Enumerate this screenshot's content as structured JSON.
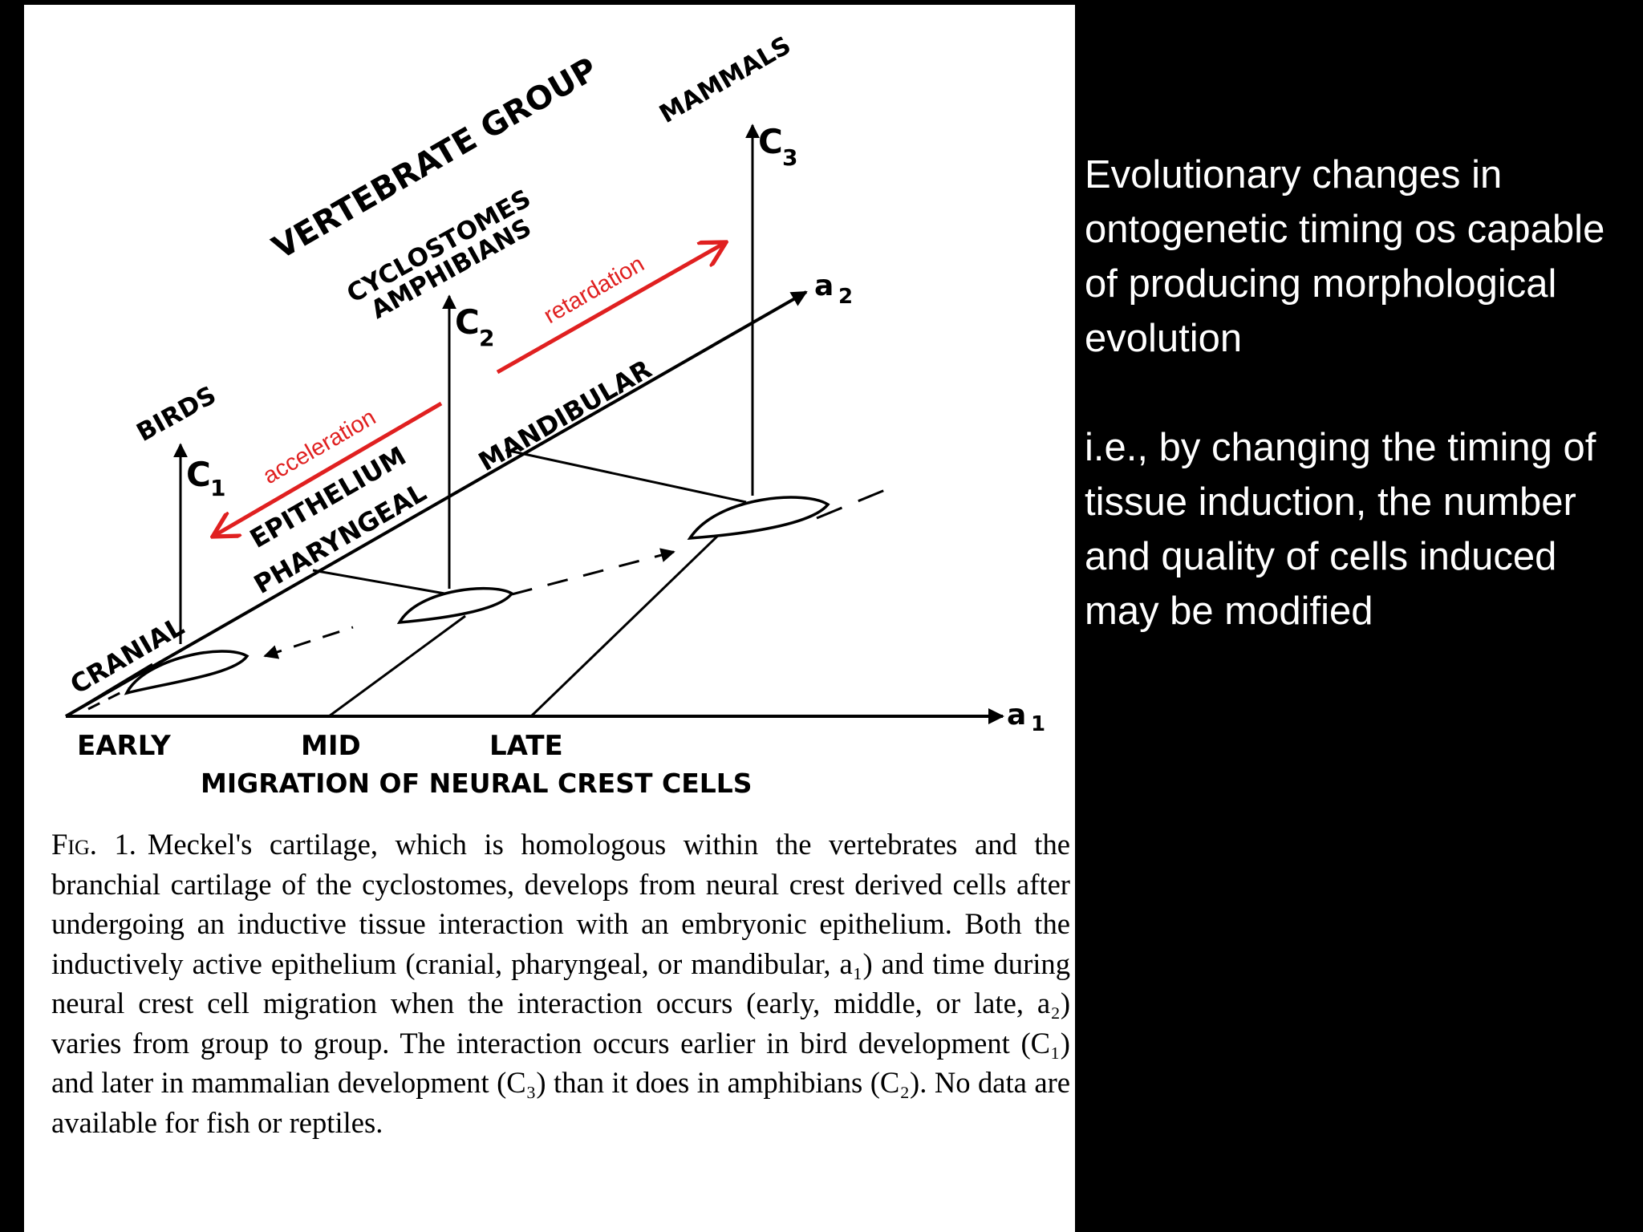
{
  "diagram": {
    "group_axis_label": "VERTEBRATE GROUP",
    "groups": [
      {
        "name": "BIRDS",
        "code": "C",
        "sub": "1"
      },
      {
        "names": [
          "CYCLOSTOMES",
          "AMPHIBIANS"
        ],
        "code": "C",
        "sub": "2"
      },
      {
        "name": "MAMMALS",
        "code": "C",
        "sub": "3"
      }
    ],
    "epithelium_labels": [
      "CRANIAL",
      "PHARYNGEAL",
      "EPITHELIUM",
      "MANDIBULAR"
    ],
    "axis_a1": {
      "letter": "a",
      "sub": "1"
    },
    "axis_a2": {
      "letter": "a",
      "sub": "2"
    },
    "timing_ticks": [
      "EARLY",
      "MID",
      "LATE"
    ],
    "x_axis_title": "MIGRATION OF NEURAL CREST CELLS",
    "acceleration_label": "acceleration",
    "retardation_label": "retardation",
    "annotation_color": "#e02020"
  },
  "caption": {
    "label": "Fig. 1.",
    "text": "Meckel's cartilage, which is homologous within the vertebrates and the branchial cartilage of the cyclostomes, develops from neural crest derived cells after undergoing an inductive tissue interaction with an embryonic epithelium. Both the inductively active epithelium (cranial, pharyngeal, or mandibular, a₁) and time during neural crest cell migration when the interaction occurs (early, middle, or late, a₂) varies from group to group. The interaction occurs earlier in bird development (C₁) and later in mammalian development (C₃) than it does in amphibians (C₂). No data are available for fish or reptiles."
  },
  "right_panel": {
    "paragraph_1": "Evolutionary changes in ontogenetic timing os capable of producing morphological evolution",
    "paragraph_2": "i.e., by changing the timing of tissue induction, the  number and quality of cells induced may be modified"
  }
}
